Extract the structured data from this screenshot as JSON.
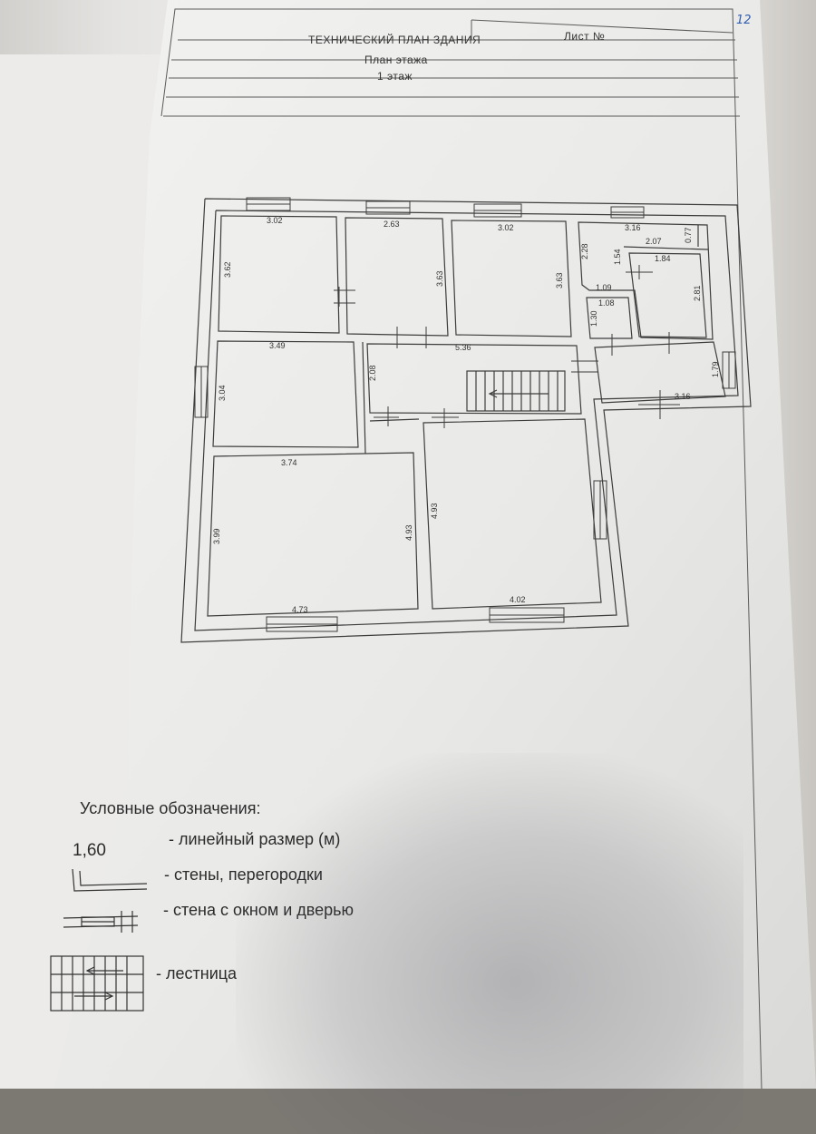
{
  "header": {
    "sheet_label": "Лист №",
    "sheet_number_handwritten": "12",
    "title": "ТЕХНИЧЕСКИЙ ПЛАН ЗДАНИЯ",
    "subtitle": "План этажа",
    "floor": "1 этаж"
  },
  "plan": {
    "dimensions": {
      "r1_width": "3.02",
      "r1_height": "3.62",
      "r2_width": "2.63",
      "r2_height": "3.63",
      "r3_width": "3.02",
      "r3_height": "3.63",
      "r4_top": "3.16",
      "r4_left": "2.28",
      "r4_inner": "2.07",
      "r4_side": "0.77",
      "r5_width": "1.84",
      "r5_height": "2.81",
      "r5_left": "1.54",
      "r6_top": "1.09",
      "r7_width": "1.08",
      "r7_height": "1.30",
      "r8_width": "3.49",
      "r8_height": "3.04",
      "hall_width": "5.36",
      "hall_height": "2.08",
      "r9_width": "3.16",
      "r9_height": "1.79",
      "r10_top": "3.74",
      "r10_height": "3.99",
      "r10_right": "4.93",
      "r10_bottom": "4.73",
      "r11_left": "4.93",
      "r11_bottom": "4.02"
    }
  },
  "legend": {
    "title": "Условные обозначения:",
    "sample_value": "1,60",
    "linear_dim": "- линейный размер (м)",
    "walls": "- стены, перегородки",
    "wall_window_door": "- стена с окном и дверью",
    "stairs": "- лестница"
  }
}
